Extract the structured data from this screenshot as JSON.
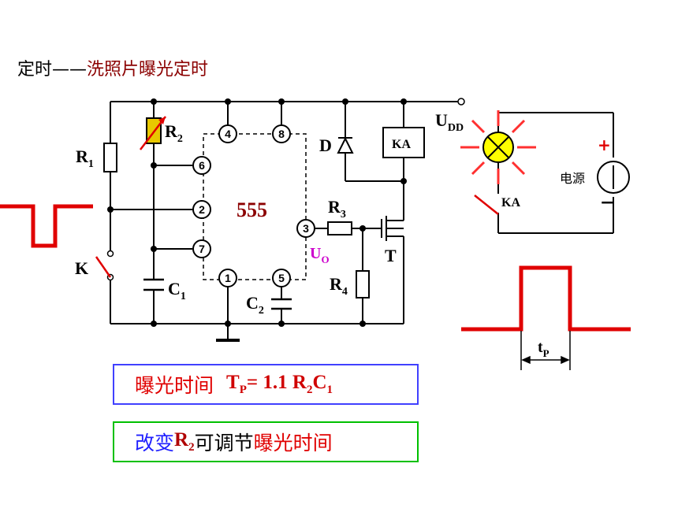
{
  "title": {
    "prefix": "定时——",
    "subtitle": "洗照片曝光定时"
  },
  "circuit": {
    "chip": "555",
    "pins": [
      "4",
      "8",
      "6",
      "2",
      "7",
      "3",
      "1",
      "5"
    ],
    "labels": {
      "r1": "R",
      "r1_sub": "1",
      "r2": "R",
      "r2_sub": "2",
      "r3": "R",
      "r3_sub": "3",
      "r4": "R",
      "r4_sub": "4",
      "c1": "C",
      "c1_sub": "1",
      "c2": "C",
      "c2_sub": "2",
      "k": "K",
      "d": "D",
      "ka": "KA",
      "t": "T",
      "uo": "U",
      "uo_sub": "O",
      "udd": "U",
      "udd_sub": "DD"
    }
  },
  "lamp_circuit": {
    "power_label": "电源",
    "plus": "+",
    "minus": "−",
    "contact": "KA"
  },
  "pulse": {
    "label": "t",
    "label_sub": "P"
  },
  "formula_box": {
    "text": "曝光时间",
    "formula_lhs": "T",
    "lhs_sub": "P",
    "formula_mid": "= 1.1 R",
    "mid_sub": "2",
    "formula_end": "C",
    "end_sub": "1"
  },
  "adjust_box": {
    "part1": "改变",
    "r": "R",
    "r_sub": "2",
    "part2": "可调节",
    "part3": "曝光时间"
  },
  "colors": {
    "wire": "#000000",
    "red": "#e00000",
    "maroon": "#8b0000",
    "lamp": "#ffff00",
    "magenta": "#cc00cc",
    "blue_border": "#4040ff",
    "green_border": "#00c000",
    "r2_fill": "#e8c800"
  }
}
